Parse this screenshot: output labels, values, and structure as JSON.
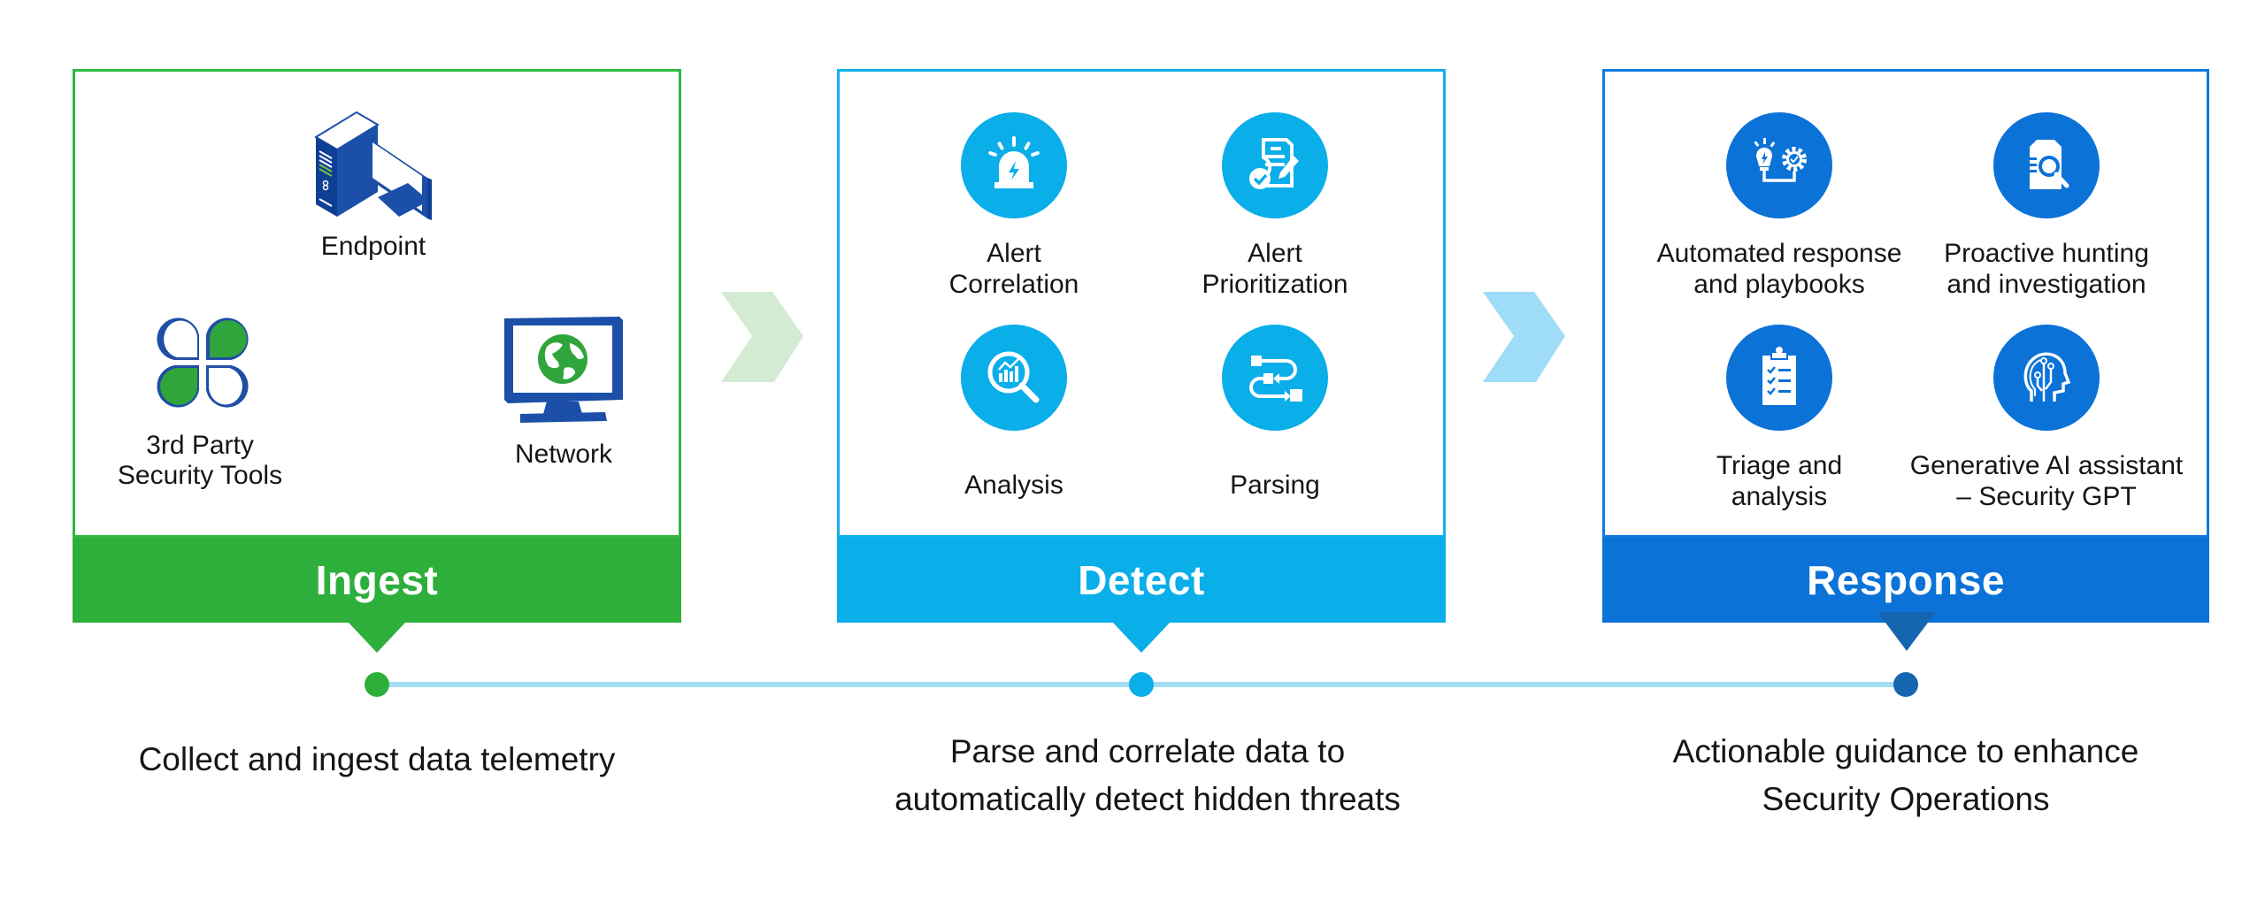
{
  "colors": {
    "ingest": "#2eaf3b",
    "detect": "#0aaee9",
    "response": "#0b72d8",
    "response_pointer": "#1565b0",
    "chevron_1": "#d3ebd3",
    "chevron_2": "#9edcf7",
    "timeline": "#a4dcf4"
  },
  "stages": [
    {
      "title": "Ingest",
      "description": "Collect and ingest data telemetry",
      "sources": [
        {
          "label": "Endpoint",
          "icon": "endpoint-computer-icon"
        },
        {
          "label": "3rd Party\nSecurity Tools",
          "icon": "third-party-clover-icon"
        },
        {
          "label": "Network",
          "icon": "network-monitor-globe-icon"
        }
      ]
    },
    {
      "title": "Detect",
      "description": "Parse and correlate data to\nautomatically detect hidden threats",
      "items": [
        {
          "label": "Alert\nCorrelation",
          "icon": "alarm-beacon-icon"
        },
        {
          "label": "Alert\nPrioritization",
          "icon": "document-check-edit-icon"
        },
        {
          "label": "Analysis",
          "icon": "magnifier-chart-icon"
        },
        {
          "label": "Parsing",
          "icon": "flow-process-icon"
        }
      ]
    },
    {
      "title": "Response",
      "description": "Actionable guidance  to enhance\nSecurity Operations",
      "items": [
        {
          "label": "Automated response\nand playbooks",
          "icon": "bulb-gear-icon"
        },
        {
          "label": "Proactive hunting\nand investigation",
          "icon": "document-search-icon"
        },
        {
          "label": "Triage and\nanalysis",
          "icon": "clipboard-checklist-icon"
        },
        {
          "label": "Generative AI assistant\n– Security GPT",
          "icon": "ai-head-circuit-icon"
        }
      ]
    }
  ]
}
